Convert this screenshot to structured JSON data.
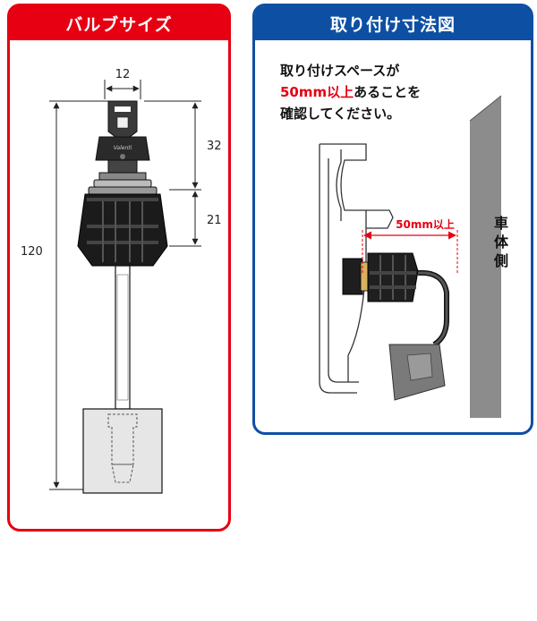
{
  "bulb_panel": {
    "title": "バルブサイズ",
    "dim_width": "12",
    "dim_upper": "32",
    "dim_lower": "21",
    "dim_total": "120"
  },
  "install_panel": {
    "title": "取り付け寸法図",
    "note_line1": "取り付けスペースが",
    "note_line2_accent": "50mm以上",
    "note_line2_rest": "あることを",
    "note_line3": "確認してください。",
    "space_label": "50mm以上",
    "side_label": "車体側"
  },
  "colors": {
    "red": "#e60012",
    "blue": "#0d4fa3"
  }
}
